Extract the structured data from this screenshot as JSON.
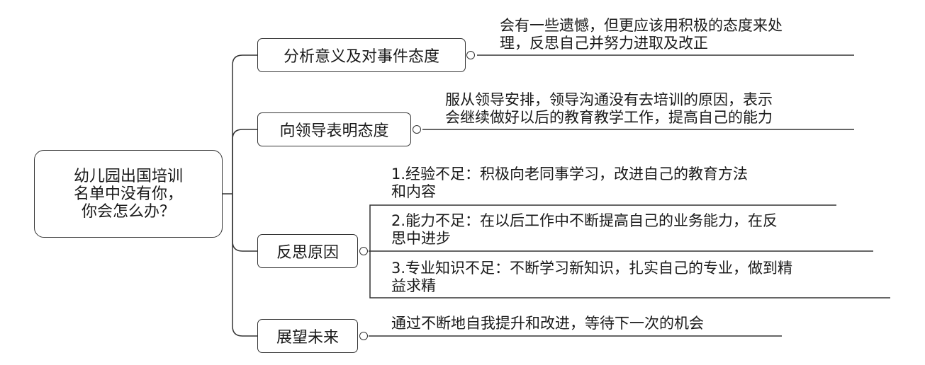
{
  "root": {
    "lines": [
      "幼儿园出国培训",
      "名单中没有你，",
      "你会怎么办？"
    ]
  },
  "branches": [
    {
      "label": "分析意义及对事件态度",
      "leaves": [
        {
          "lines": [
            "会有一些遗憾，但更应该用积极的态度来处",
            "理，反思自己并努力进取及改正"
          ]
        }
      ]
    },
    {
      "label": "向领导表明态度",
      "leaves": [
        {
          "lines": [
            "服从领导安排，领导沟通没有去培训的原因，表示",
            "会继续做好以后的教育教学工作，提高自己的能力"
          ]
        }
      ]
    },
    {
      "label": "反思原因",
      "leaves": [
        {
          "lines": [
            "1.经验不足：积极向老同事学习，改进自己的教育方法",
            "和内容"
          ]
        },
        {
          "lines": [
            "2.能力不足：在以后工作中不断提高自己的业务能力，在反",
            "思中进步"
          ]
        },
        {
          "lines": [
            "3.专业知识不足：不断学习新知识，扎实自己的专业，做到精",
            "益求精"
          ]
        }
      ]
    },
    {
      "label": "展望未来",
      "leaves": [
        {
          "lines": [
            "通过不断地自我提升和改进，等待下一次的机会"
          ]
        }
      ]
    }
  ]
}
